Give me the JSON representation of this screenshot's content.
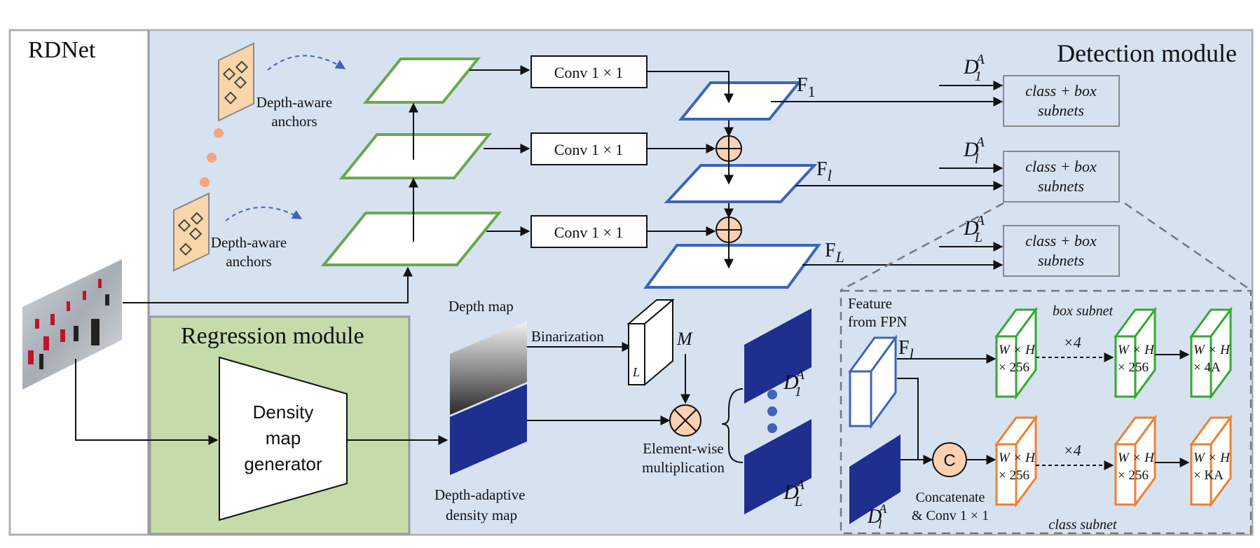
{
  "title": "RDNet",
  "colors": {
    "detection_bg": "#d7e2f1",
    "regression_bg": "#c5dcaa",
    "green_plane": "#6aa84f",
    "blue_plane": "#3d65b8",
    "anchor_fill": "#f9d6a9",
    "plus_fill": "#fbd0b3",
    "box_subnet": "#33aa33",
    "class_subnet": "#f08030",
    "density_blue": "#1f2f8f"
  },
  "detection": {
    "title": "Detection module",
    "anchor_label_1": "Depth-aware",
    "anchor_label_2": "anchors",
    "conv": "Conv  1 × 1",
    "f1": "F",
    "f1_sub": "1",
    "fl": "F",
    "fl_sub": "l",
    "fL": "F",
    "fL_sub": "L",
    "d_main": "D",
    "d_sup": "A",
    "d1_sub": "1",
    "dl_sub": "l",
    "dL_sub": "L",
    "subnet_line1": "class + box",
    "subnet_line2": "subnets"
  },
  "regression": {
    "title": "Regression module",
    "generator_line1": "Density",
    "generator_line2": "map",
    "generator_line3": "generator",
    "depth_map": "Depth map",
    "binarization": "Binarization",
    "mask_L": "L",
    "mask_M": "M",
    "density_label_1": "Depth-adaptive",
    "density_label_2": "density map",
    "ew_1": "Element-wise",
    "ew_2": "multiplication"
  },
  "head": {
    "feature_1": "Feature",
    "feature_2": "from FPN",
    "box_subnet": "box subnet",
    "class_subnet": "class subnet",
    "times4": "×4",
    "wh": "W × H",
    "c256": "× 256",
    "c4a": "× 4A",
    "cka": "× KA",
    "concat_c": "C",
    "concat_1": "Concatenate",
    "concat_2": "& Conv  1 × 1"
  }
}
